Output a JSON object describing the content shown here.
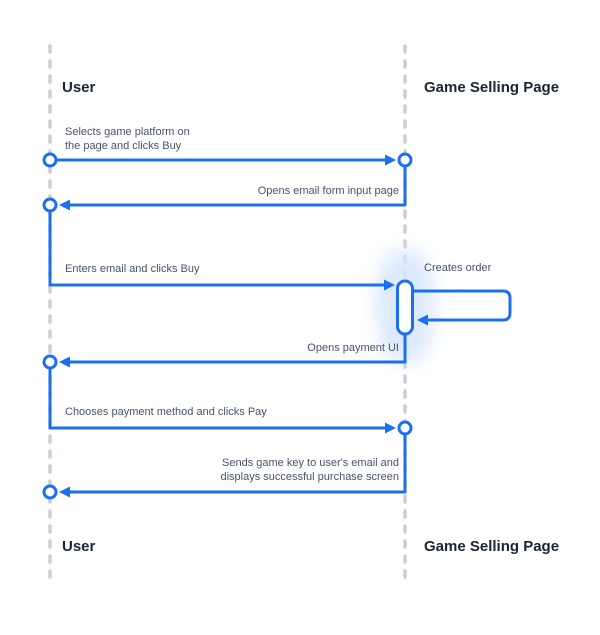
{
  "diagram": {
    "type": "sequence",
    "actors": {
      "user": {
        "label": "User"
      },
      "page": {
        "label": "Game Selling Page"
      }
    },
    "messages": {
      "m1": {
        "from": "User",
        "to": "Game Selling Page",
        "line1": "Selects game platform on",
        "line2": "the page and clicks Buy"
      },
      "m2": {
        "from": "Game Selling Page",
        "to": "User",
        "text": "Opens email form input page"
      },
      "m3": {
        "from": "User",
        "to": "Game Selling Page",
        "text": "Enters email and clicks Buy"
      },
      "m4": {
        "from": "Game Selling Page",
        "to": "Game Selling Page",
        "text": "Creates order"
      },
      "m5": {
        "from": "Game Selling Page",
        "to": "User",
        "text": "Opens payment UI"
      },
      "m6": {
        "from": "User",
        "to": "Game Selling Page",
        "text": "Chooses payment method and clicks Pay"
      },
      "m7": {
        "from": "Game Selling Page",
        "to": "User",
        "line1": "Sends game key to user's email and",
        "line2": "displays successful purchase screen"
      }
    },
    "colors": {
      "arrow": "#1D6FF2",
      "lifeline": "#C9CFD8",
      "activation_glow": "#D8E7FC",
      "actor_text": "#1A2433",
      "message_text": "#46536B",
      "background": "#FFFFFF"
    }
  }
}
